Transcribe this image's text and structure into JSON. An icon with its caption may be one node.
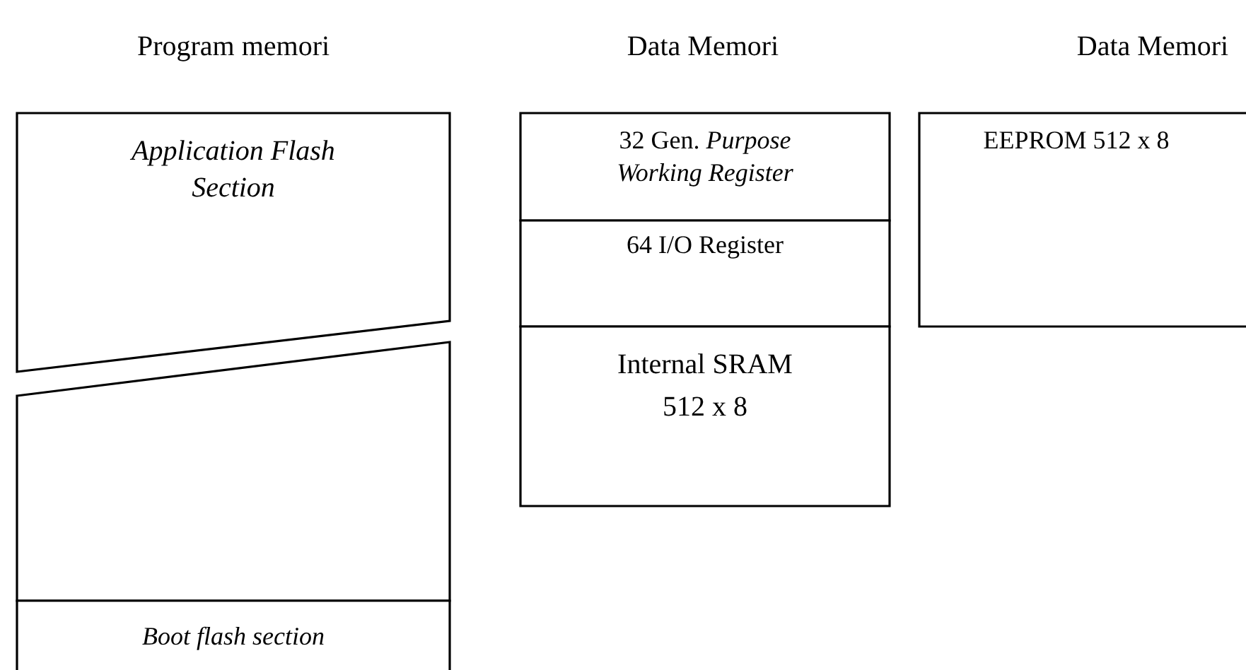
{
  "diagram": {
    "nodes": [
      {
        "text": [
          "Application Flash Section"
        ]
      },
      {
        "text": [],
        "shape": "box"
      },
      {
        "text": [
          "Boot flash section"
        ]
      },
      {
        "text": [
          "32 Gen. *Purpose Working Register*"
        ]
      },
      {
        "text": [
          "64 I/O Register"
        ]
      },
      {
        "text": [
          "Internal SRAM 512 x 8"
        ]
      },
      {
        "text": [
          "EEPROM 512 x 8"
        ]
      }
    ],
    "edges": [],
    "labels": [
      "Program memori",
      "Data Memori",
      "Data Memori"
    ]
  }
}
